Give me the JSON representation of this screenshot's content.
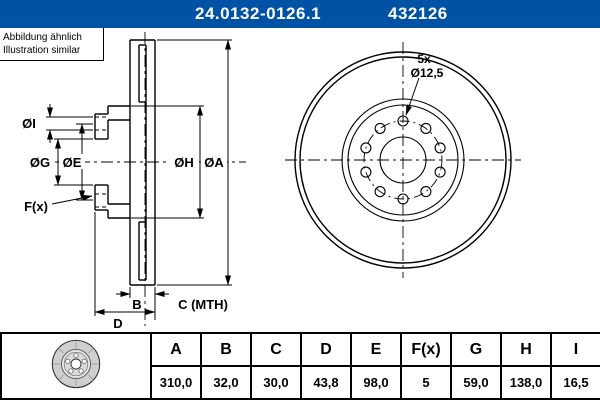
{
  "header": {
    "part_number": "24.0132-0126.1",
    "ref_number": "432126",
    "bg_color": "#0052a5"
  },
  "note": {
    "line1": "Abbildung ähnlich",
    "line2": "Illustration similar"
  },
  "drawing": {
    "labels": {
      "dia_i": "ØI",
      "dia_g": "ØG",
      "dia_e": "ØE",
      "f": "F(x)",
      "dia_h": "ØH",
      "dia_a": "ØA",
      "b": "B",
      "c": "C (MTH)",
      "d": "D",
      "holes_count": "5x",
      "holes_dia": "Ø12,5"
    }
  },
  "table": {
    "columns": [
      "A",
      "B",
      "C",
      "D",
      "E",
      "F(x)",
      "G",
      "H",
      "I"
    ],
    "values": [
      "310,0",
      "32,0",
      "30,0",
      "43,8",
      "98,0",
      "5",
      "59,0",
      "138,0",
      "16,5"
    ]
  }
}
